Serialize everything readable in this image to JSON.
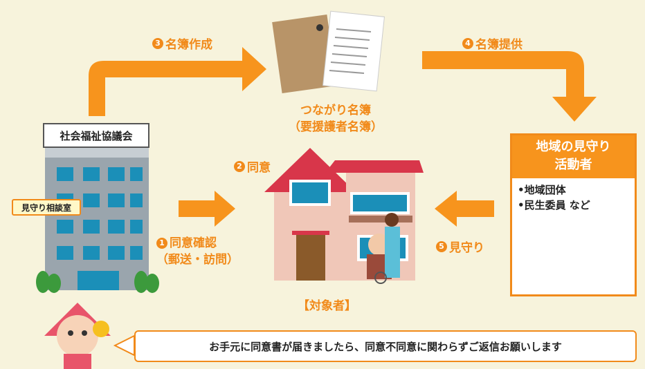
{
  "steps": {
    "s1": {
      "num": "1",
      "label": "同意確認",
      "sub": "（郵送・訪問）"
    },
    "s2": {
      "num": "2",
      "label": "同意"
    },
    "s3": {
      "num": "3",
      "label": "名簿作成"
    },
    "s4": {
      "num": "4",
      "label": "名簿提供"
    },
    "s5": {
      "num": "5",
      "label": "見守り"
    }
  },
  "council": {
    "name": "社会福祉協議会",
    "room": "見守り相談室"
  },
  "register": {
    "line1": "つながり名簿",
    "line2": "（要援護者名簿）"
  },
  "target": {
    "label": "【対象者】"
  },
  "activity": {
    "title1": "地域の見守り",
    "title2": "活動者",
    "items": [
      "•地域団体",
      "•民生委員 など"
    ]
  },
  "footer": {
    "message": "お手元に同意書が届きましたら、同意不同意に関わらずご返信お願いします"
  },
  "colors": {
    "accent": "#f18a1a",
    "roof": "#d8364a",
    "building": "#9aa5ad",
    "window": "#1b8fb8"
  }
}
